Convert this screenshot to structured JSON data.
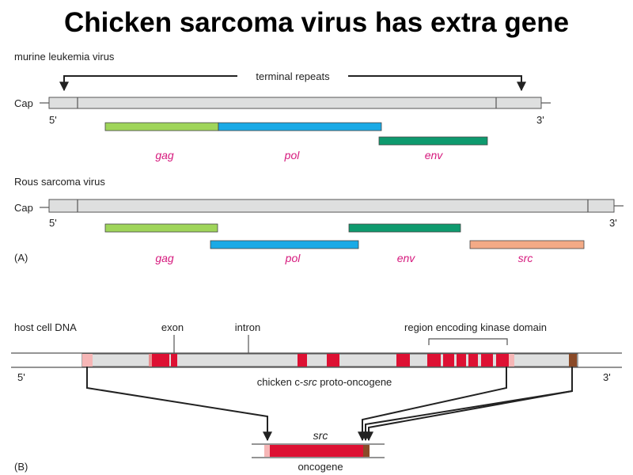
{
  "title": "Chicken sarcoma virus has extra gene",
  "colors": {
    "gag": "#9fd55a",
    "pol": "#1aaae6",
    "env": "#0e9a6e",
    "src": "#f3aa86",
    "exon": "#dd1133",
    "gene_label": "#d6197d",
    "bar": "#dedfdf"
  },
  "panel_a": {
    "label": "(A)",
    "mlv": {
      "name": "murine leukemia virus",
      "cap": "Cap",
      "five_prime": "5'",
      "three_prime": "3'",
      "repeats_label": "terminal repeats",
      "genes": {
        "gag": "gag",
        "pol": "pol",
        "env": "env"
      }
    },
    "rsv": {
      "name": "Rous sarcoma virus",
      "cap": "Cap",
      "five_prime": "5'",
      "three_prime": "3'",
      "genes": {
        "gag": "gag",
        "pol": "pol",
        "env": "env",
        "src": "src"
      }
    }
  },
  "panel_b": {
    "label": "(B)",
    "host_label": "host cell DNA",
    "exon_label": "exon",
    "intron_label": "intron",
    "kinase_label": "region encoding kinase domain",
    "five_prime": "5'",
    "three_prime": "3'",
    "gene_prefix": "chicken c-",
    "gene_italic": "src",
    "gene_suffix": " proto-oncogene",
    "oncogene_top": "src",
    "oncogene_label": "oncogene"
  }
}
